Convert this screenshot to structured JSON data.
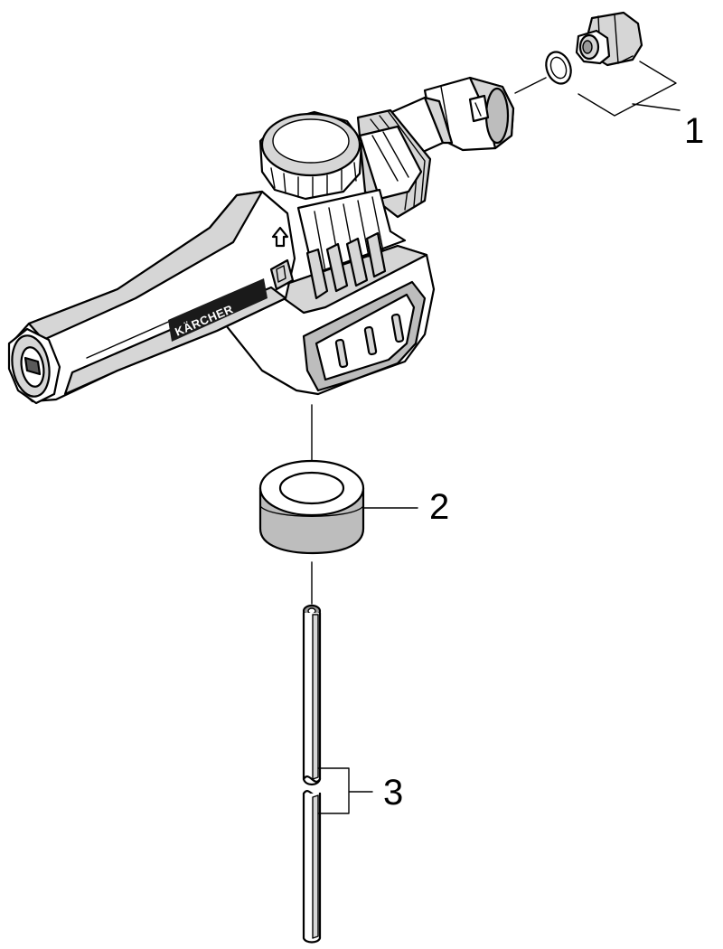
{
  "figure": {
    "brand_label": "KÄRCHER",
    "callouts": [
      {
        "number": "1",
        "part": "connector-adapter-with-o-ring"
      },
      {
        "number": "2",
        "part": "foam-cylinder"
      },
      {
        "number": "3",
        "part": "suction-hose"
      }
    ]
  },
  "colors": {
    "line": "#000000",
    "shade_light": "#d6d6d6",
    "shade_mid": "#bdbdbd",
    "shade_dark": "#5a5a5a"
  }
}
